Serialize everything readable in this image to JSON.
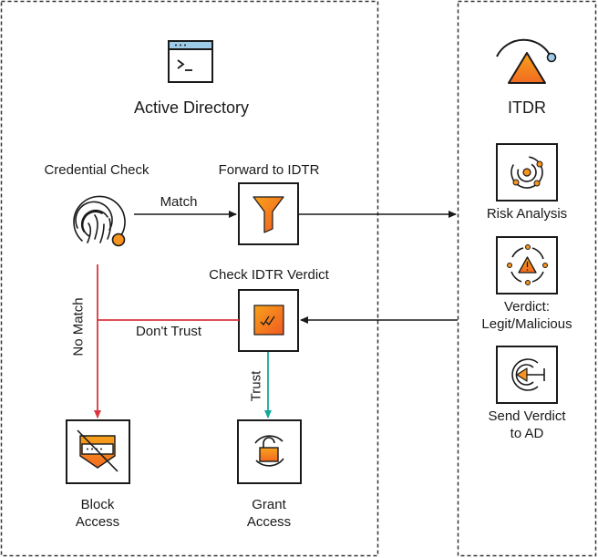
{
  "ad_panel": {
    "title": "Active Directory"
  },
  "itdr_panel": {
    "title": "ITDR"
  },
  "nodes": {
    "credential_check": "Credential Check",
    "forward_to_idtr": "Forward to IDTR",
    "check_verdict": "Check IDTR Verdict",
    "block_access": [
      "Block",
      "Access"
    ],
    "grant_access": [
      "Grant",
      "Access"
    ],
    "risk_analysis": "Risk Analysis",
    "verdict": [
      "Verdict:",
      "Legit/Malicious"
    ],
    "send_verdict": [
      "Send Verdict",
      "to AD"
    ]
  },
  "edges": {
    "match": "Match",
    "no_match": "No Match",
    "dont_trust": "Don't Trust",
    "trust": "Trust"
  },
  "colors": {
    "orange": "#f7931e",
    "orange_dark": "#f15a22",
    "red": "#d9363e",
    "teal": "#14a89a",
    "border": "#2a2a2a",
    "dot_blue": "#9ecbe8"
  },
  "icons": {
    "active_directory": "terminal-window-icon",
    "itdr": "itdr-logo-icon",
    "credential_check": "fingerprint-icon",
    "forward_to_idtr": "filter-funnel-icon",
    "check_verdict": "verdict-check-icon",
    "block_access": "blocked-shield-icon",
    "grant_access": "unlock-icon",
    "risk_analysis": "radar-icon",
    "verdict": "warning-cycle-icon",
    "send_verdict": "send-arrow-icon"
  }
}
